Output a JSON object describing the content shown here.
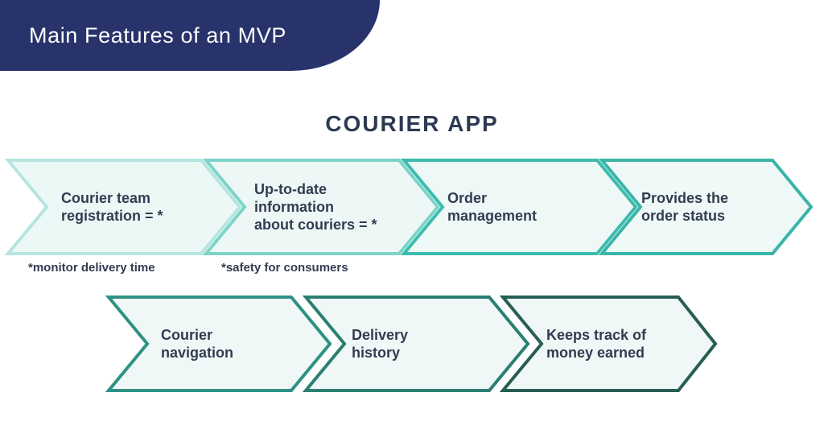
{
  "banner": {
    "title": "Main Features of an MVP",
    "bg_color": "#28336b",
    "text_color": "#ffffff"
  },
  "title": "COURIER APP",
  "colors": {
    "label_text": "#323c52"
  },
  "chevrons": {
    "c1": {
      "line1": "Courier team",
      "line2": "registration = *",
      "fill": "#ecf8f6",
      "border": "#b5e5de"
    },
    "c2": {
      "line1": "Up-to-date",
      "line2": "information",
      "line3": "about couriers = *",
      "fill": "#edf8f6",
      "border": "#7cd4c8"
    },
    "c3": {
      "line1": "Order",
      "line2": "management",
      "fill": "#eef9f7",
      "border": "#3dbcae"
    },
    "c4": {
      "line1": "Provides the",
      "line2": "order status",
      "fill": "#eff9f7",
      "border": "#3ab5a8"
    },
    "c5": {
      "line1": "Courier",
      "line2": "navigation",
      "fill": "#eff8f6",
      "border": "#2e9184"
    },
    "c6": {
      "line1": "Delivery",
      "line2": "history",
      "fill": "#eff8f6",
      "border": "#2b7f72"
    },
    "c7": {
      "line1": "Keeps track of",
      "line2": "money earned",
      "fill": "#eff8f6",
      "border": "#275e53"
    }
  },
  "footnotes": {
    "monitor": "*monitor delivery time",
    "safety": "*safety for consumers"
  }
}
